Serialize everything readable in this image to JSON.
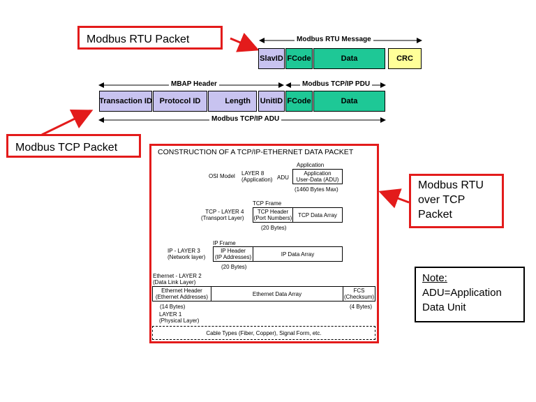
{
  "callouts": {
    "rtu_packet": "Modbus RTU Packet",
    "tcp_packet": "Modbus TCP Packet",
    "rtu_over_tcp_line1": "Modbus RTU",
    "rtu_over_tcp_line2": "over TCP",
    "rtu_over_tcp_line3": "Packet"
  },
  "note": {
    "title": "Note:",
    "line1": "ADU=Application",
    "line2": "Data Unit"
  },
  "rtu": {
    "message_label": "Modbus RTU Message",
    "fields": [
      "SlavID",
      "FCode",
      "Data",
      "CRC"
    ]
  },
  "tcp": {
    "mbap_label": "MBAP Header",
    "pdu_label": "Modbus TCP/IP PDU",
    "adu_label": "Modbus TCP/IP ADU",
    "fields": [
      "Transaction ID",
      "Protocol ID",
      "Length",
      "UnitID",
      "FCode",
      "Data"
    ]
  },
  "colors": {
    "lavender": "#c8c3f0",
    "green": "#1ec896",
    "yellow": "#ffff99",
    "red": "#e31b1b"
  },
  "ethernet": {
    "title": "CONSTRUCTION OF A TCP/IP-ETHERNET DATA PACKET",
    "application": "Application",
    "osi_model": "OSI Model",
    "layer7": "LAYER 8",
    "layer7_sub": "(Application)",
    "adu": "ADU",
    "app_box_l1": "Application",
    "app_box_l2": "User-Data (ADU)",
    "app_max": "(1460 Bytes Max)",
    "tcp_frame": "TCP Frame",
    "tcp_layer": "TCP - LAYER 4",
    "tcp_layer_sub": "(Transport Layer)",
    "tcp_header_l1": "TCP Header",
    "tcp_header_l2": "(Port Numbers)",
    "tcp_data": "TCP Data Array",
    "tcp_bytes": "(20 Bytes)",
    "ip_frame": "IP Frame",
    "ip_layer": "IP - LAYER 3",
    "ip_layer_sub": "(Network layer)",
    "ip_header_l1": "IP Header",
    "ip_header_l2": "(IP Addresses)",
    "ip_data": "IP Data Array",
    "ip_bytes": "(20 Bytes)",
    "eth_layer": "Ethernet - LAYER 2",
    "eth_layer_sub": "(Data Link Layer)",
    "eth_header_l1": "Ethernet Header",
    "eth_header_l2": "(Ethernet Addresses)",
    "eth_data": "Ethernet Data Array",
    "fcs_l1": "FCS",
    "fcs_l2": "(Checksum)",
    "eth_bytes": "(14 Bytes)",
    "fcs_bytes": "(4 Bytes)",
    "layer1": "LAYER 1",
    "layer1_sub": "(Physical Layer)",
    "cable": "Cable Types (Fiber, Copper), Signal Form, etc."
  }
}
